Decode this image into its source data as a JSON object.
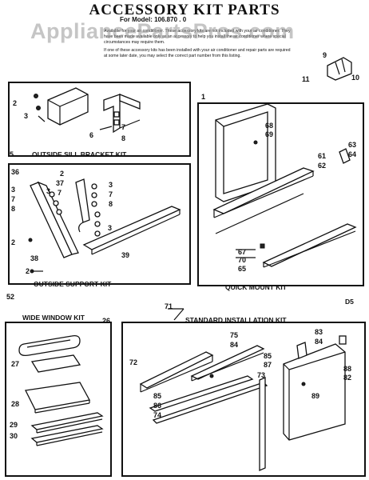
{
  "header": {
    "title": "ACCESSORY KIT PARTS",
    "model": "For Model: 106.870 . 0",
    "watermark": "AppliancePartsPros.com",
    "intro_p1": "Available for your air conditioner. These accessory kits are not included with your air conditioner. They have been made available only as an accessory to help you install the air conditioner where special circumstances may require them.",
    "intro_p2": "If one of these accessory kits has been installed with your air conditioner and repair parts are required at some later date, you may select the correct part number from this listing."
  },
  "labels": {
    "outside_sill": "OUTSIDE SILL BRACKET KIT",
    "outside_support": "OUTSIDE SUPPORT KIT",
    "quick_mount": "QUICK MOUNT KIT",
    "wide_window": "WIDE WINDOW KIT",
    "standard_install": "STANDARD INSTALLATION KIT",
    "page_code": "D5"
  },
  "parts": {
    "p1": "1",
    "p2": "2",
    "p2b": "2",
    "p2c": "2",
    "p2d": "2",
    "p3": "3",
    "p3b": "3",
    "p3c": "3",
    "p3d": "3",
    "p3e": "3",
    "p5": "5",
    "p6": "6",
    "p7": "7",
    "p7b": "7",
    "p7c": "7",
    "p7d": "7",
    "p8": "8",
    "p8b": "8",
    "p8c": "8",
    "p9": "9",
    "p10": "10",
    "p11": "11",
    "p26": "26",
    "p27": "27",
    "p28": "28",
    "p29": "29",
    "p30": "30",
    "p36": "36",
    "p37": "37",
    "p38": "38",
    "p39": "39",
    "p52": "52",
    "p61": "61",
    "p62": "62",
    "p63": "63",
    "p64": "64",
    "p65": "65",
    "p67": "67",
    "p68": "68",
    "p69": "69",
    "p70": "70",
    "p71": "71",
    "p72": "72",
    "p73": "73",
    "p74": "74",
    "p75": "75",
    "p83": "83",
    "p84": "84",
    "p84b": "84",
    "p85": "85",
    "p85b": "85",
    "p86": "86",
    "p87": "87",
    "p88": "88",
    "p89": "89",
    "p82": "82"
  }
}
